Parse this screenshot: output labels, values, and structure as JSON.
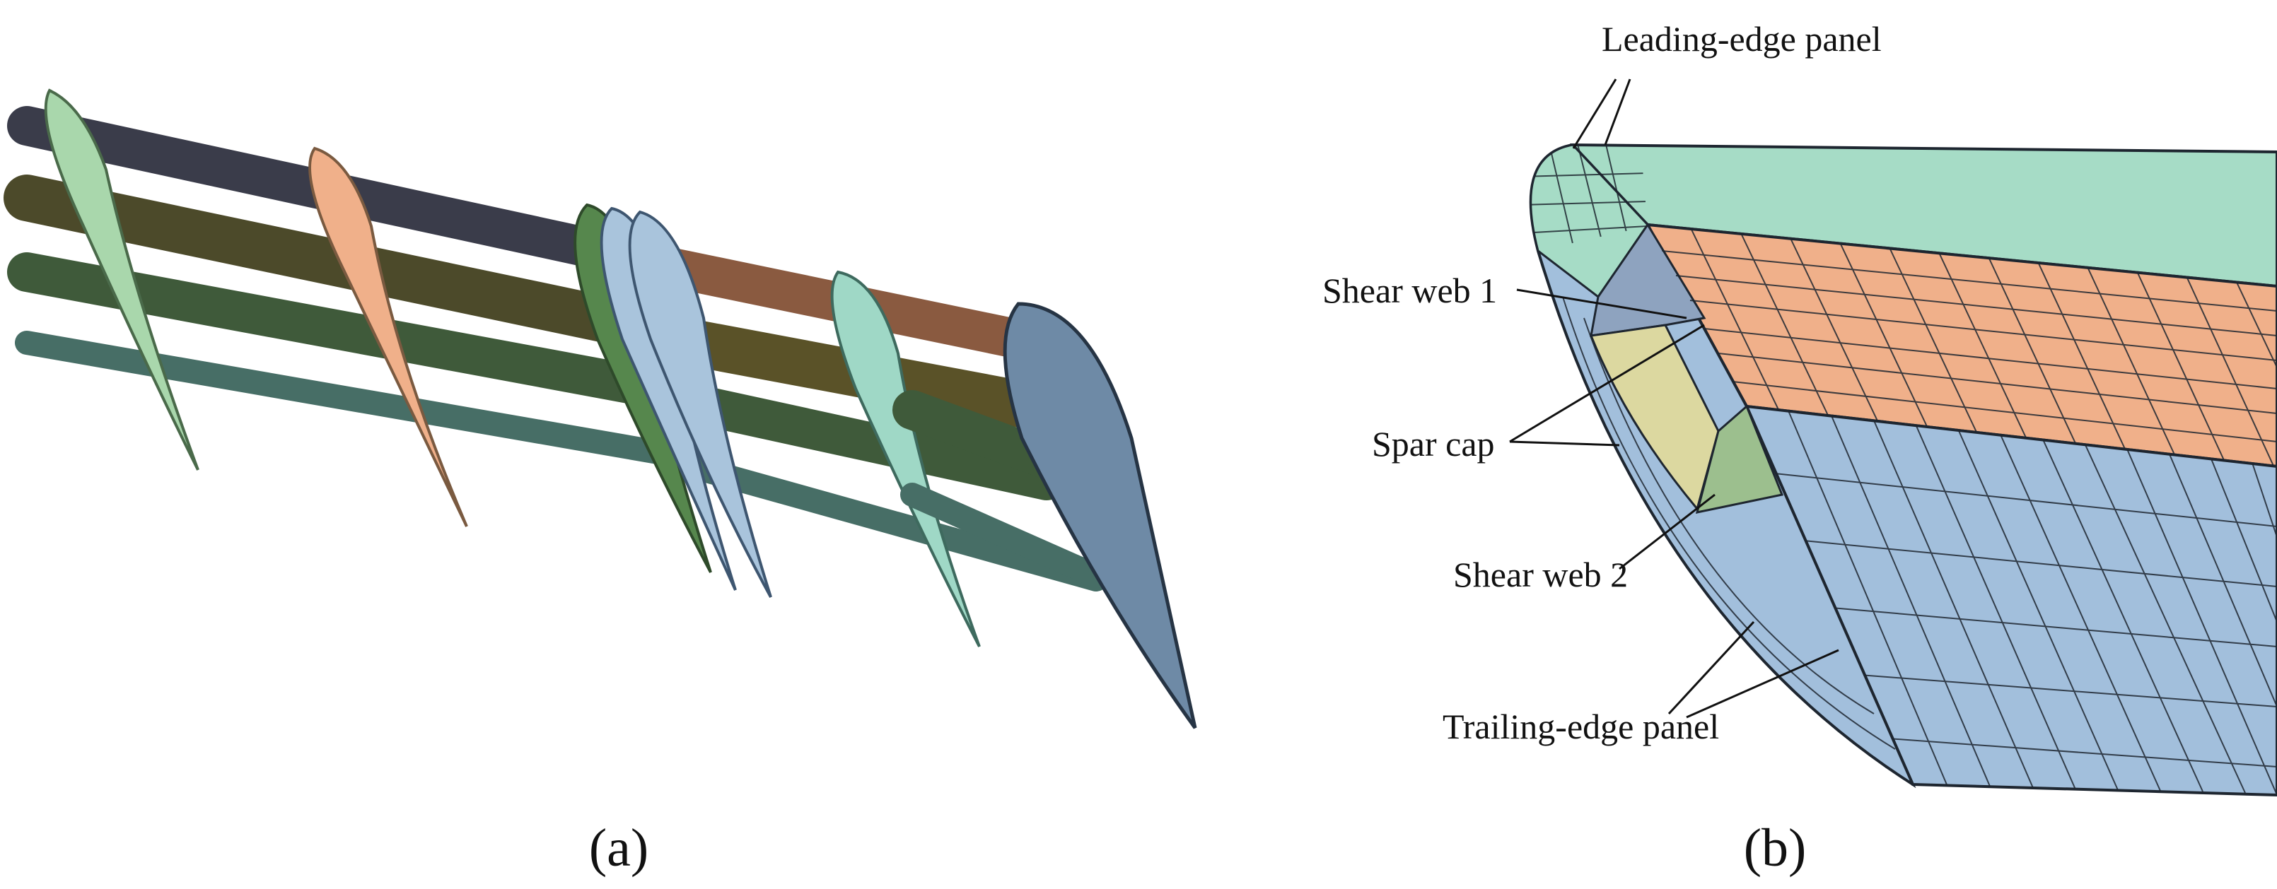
{
  "panel_a": {
    "caption": "(a)",
    "colors": {
      "rod_top": "#3a3c4a",
      "rod_second": "#4c4a2a",
      "rod_third": "#3f5a3a",
      "rod_bottom": "#476e66",
      "rod_copper": "#8a5a40",
      "rod_olive": "#5a5228",
      "rib_green": "#a9d7ac",
      "rib_orange": "#f0b08a",
      "rib_dark_green": "#56874d",
      "rib_blue": "#a9c4dc",
      "rib_mint": "#9fd8c6",
      "rib_slate": "#6e8aa6"
    }
  },
  "panel_b": {
    "caption": "(b)",
    "labels": {
      "leading_edge": "Leading-edge panel",
      "shear_web_1": "Shear web 1",
      "spar_cap": "Spar cap",
      "shear_web_2": "Shear web 2",
      "trailing_edge": "Trailing-edge panel"
    },
    "colors": {
      "leading_edge_panel": "#a6dcc6",
      "spar_cap_top": "#f0b08a",
      "trailing_edge_panel": "#a2bfdc",
      "shear_web_1": "#8ea3bf",
      "spar_cap_left": "#dcd8a0",
      "shear_web_2": "#9cbf8e",
      "mesh": "#1e2630"
    }
  }
}
